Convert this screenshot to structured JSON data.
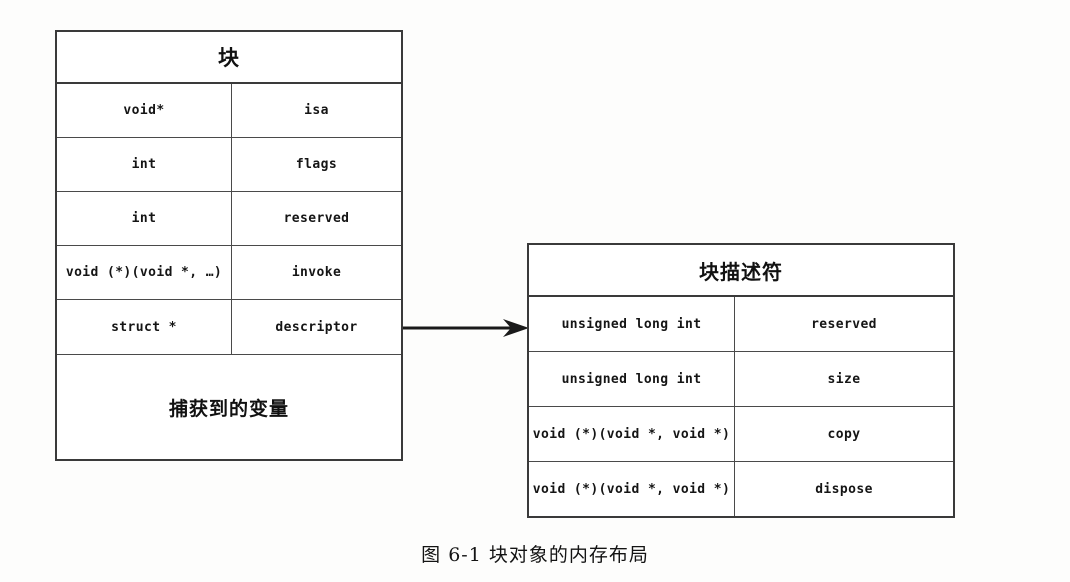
{
  "figure": {
    "caption": "图 6-1  块对象的内存布局",
    "background_color": "#fdfdfc",
    "line_color": "#3a3a3a"
  },
  "block_table": {
    "title": "块",
    "rows": [
      {
        "type": "void*",
        "name": "isa"
      },
      {
        "type": "int",
        "name": "flags"
      },
      {
        "type": "int",
        "name": "reserved"
      },
      {
        "type": "void (*)(void *, …)",
        "name": "invoke"
      },
      {
        "type": "struct *",
        "name": "descriptor"
      }
    ],
    "captured_variables_label": "捕获到的变量"
  },
  "descriptor_table": {
    "title": "块描述符",
    "rows": [
      {
        "type": "unsigned long int",
        "name": "reserved"
      },
      {
        "type": "unsigned long int",
        "name": "size"
      },
      {
        "type": "void (*)(void *, void *)",
        "name": "copy"
      },
      {
        "type": "void (*)(void *, void *)",
        "name": "dispose"
      }
    ]
  },
  "connector": {
    "icon": "arrow-right-icon",
    "from": "descriptor",
    "to": "块描述符"
  }
}
